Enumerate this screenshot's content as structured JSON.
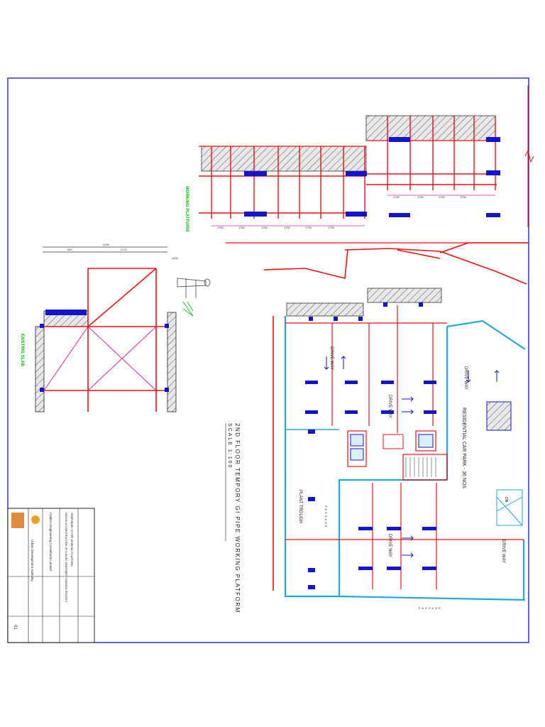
{
  "drawing_title": "2ND FLOOR TEMPORY GI PIPE WORKING PLATFORM",
  "drawing_scale": "SCALE 1:100",
  "labels": {
    "residential_car_park": "RESIDENTIAL CAR PARK - 36 NOS",
    "drive_way": "DRIVE WAY",
    "plant_trough": "PLANT TROUGH",
    "passage": "PASSAGE",
    "down": "DN"
  },
  "dimensions": {
    "span": "1750",
    "left_bay": "980",
    "right_bay": "2170",
    "overall": "3150",
    "top": "1500"
  },
  "title_block": {
    "company": "Caldero Engineering Consultants Limited",
    "client": "Urban Development Authority",
    "project": "DESIGN & CONSTRUCTION OF LUXURY APARTMENT HOUSING PROJECT",
    "sheet_title": "TEMPORARY GI PIPE WORKING PLATFORM",
    "sheet_no": "01"
  },
  "colors": {
    "blue_border": "#2222dd",
    "red_structure": "#ee1111",
    "cyan_wall": "#22a9d6",
    "blue_column": "#1414cc",
    "magenta": "#dd22aa",
    "green_label": "#11bb11"
  }
}
